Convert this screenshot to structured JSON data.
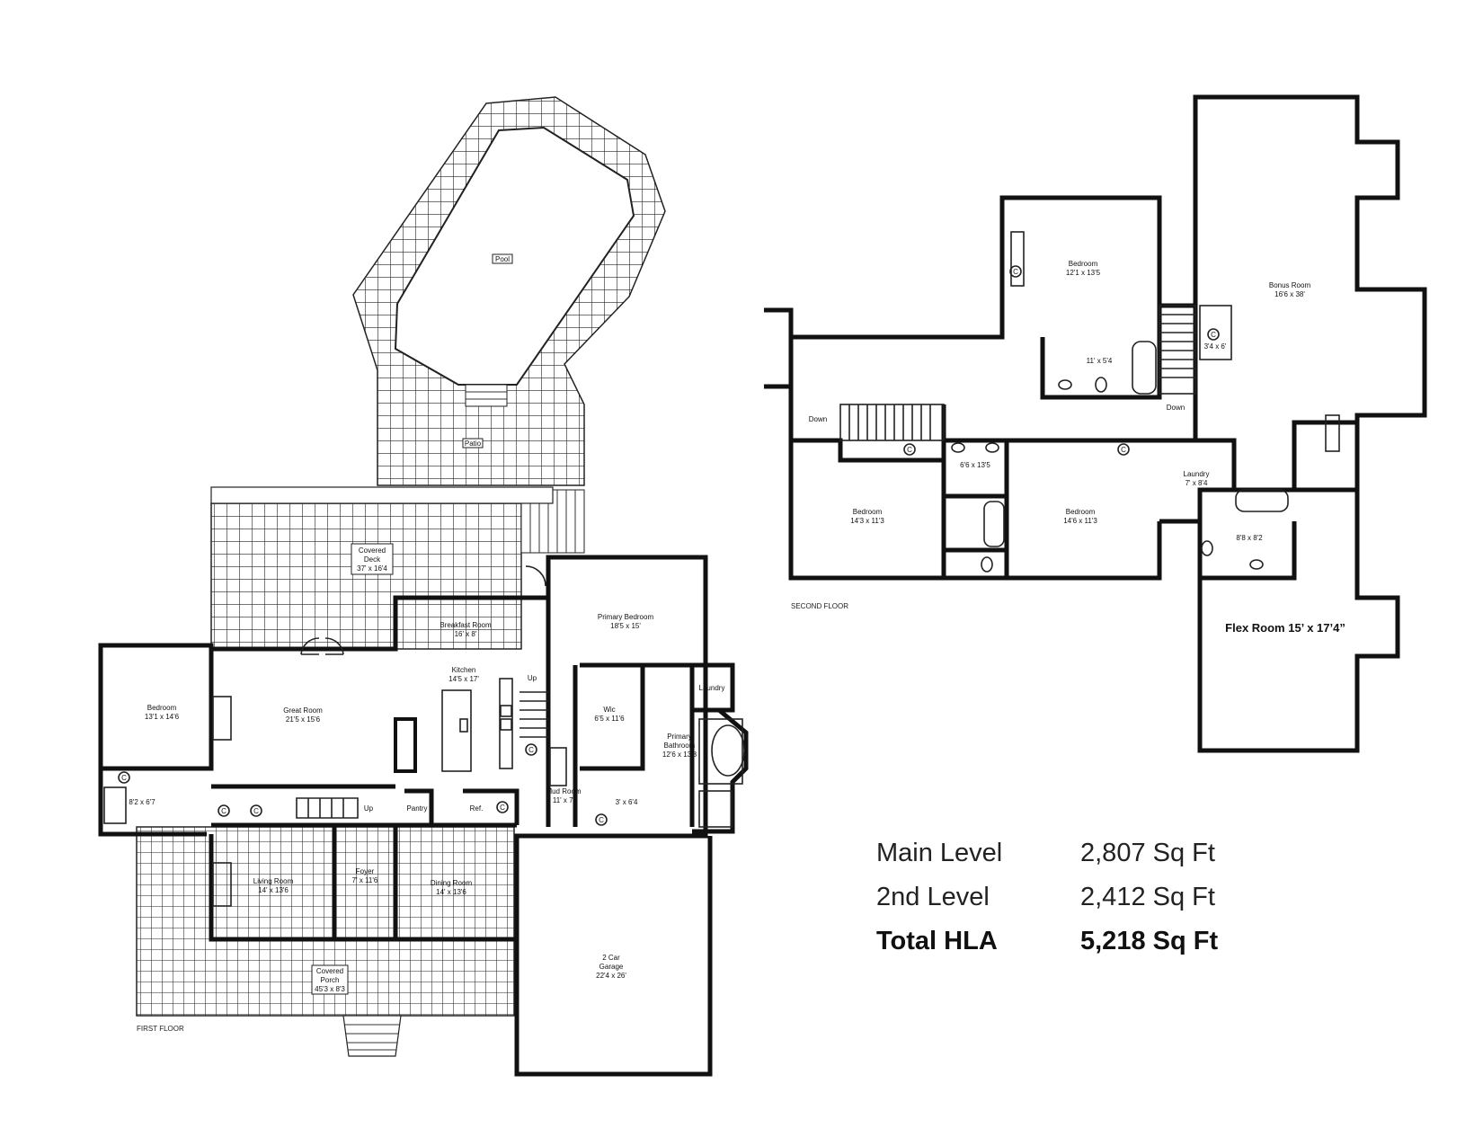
{
  "first_floor": {
    "floor_label": "FIRST FLOOR",
    "rooms": {
      "pool": "Pool",
      "patio": "Patio",
      "covered_deck": [
        "Covered",
        "Deck",
        "37' x 16'4"
      ],
      "breakfast_room": [
        "Breakfast Room",
        "16' x 8'"
      ],
      "primary_bedroom": [
        "Primary Bedroom",
        "18'5 x 15'"
      ],
      "bedroom": [
        "Bedroom",
        "13'1 x 14'6"
      ],
      "great_room": [
        "Great Room",
        "21'5 x 15'6"
      ],
      "kitchen": [
        "Kitchen",
        "14'5 x 17'"
      ],
      "wic": [
        "Wic",
        "6'5 x 11'6"
      ],
      "primary_bathroom": [
        "Primary",
        "Bathroom",
        "12'6 x 13'8"
      ],
      "laundry": "Laundry",
      "up_stair": "Up",
      "up_foyer": "Up",
      "bath": "8'2 x 6'7",
      "pantry": "Pantry",
      "ref": "Ref.",
      "mud_room": [
        "Mud Room",
        "11' x 7'"
      ],
      "half_bath": "3' x 6'4",
      "living_room": [
        "Living Room",
        "14' x 13'6"
      ],
      "foyer": [
        "Foyer",
        "7' x 11'6"
      ],
      "dining_room": [
        "Dining Room",
        "14' x 13'6"
      ],
      "garage": [
        "2 Car",
        "Garage",
        "22'4 x 26'"
      ],
      "covered_porch": [
        "Covered",
        "Porch",
        "45'3 x 8'3"
      ]
    },
    "closet_symbol": "C"
  },
  "second_floor": {
    "floor_label": "SECOND FLOOR",
    "rooms": {
      "bedroom_top": [
        "Bedroom",
        "12'1 x 13'5"
      ],
      "bath_top": "11' x 5'4",
      "bonus_room": [
        "Bonus Room",
        "16'6 x 38'"
      ],
      "closet_small": "3'4 x 6'",
      "down_left": "Down",
      "down_right": "Down",
      "bath_mid": "6'6 x 13'5",
      "laundry": [
        "Laundry",
        "7' x 8'4"
      ],
      "bedroom_left": [
        "Bedroom",
        "14'3 x 11'3"
      ],
      "bedroom_mid": [
        "Bedroom",
        "14'6 x 11'3"
      ],
      "bath_right": "8'8 x 8'2",
      "flex_room": "Flex Room 15’ x  17’4”"
    },
    "closet_symbol": "C"
  },
  "summary": [
    {
      "label": "Main Level",
      "value": "2,807 Sq Ft",
      "bold": false
    },
    {
      "label": "2nd Level",
      "value": "2,412 Sq Ft",
      "bold": false
    },
    {
      "label": "Total HLA",
      "value": "5,218 Sq Ft",
      "bold": true
    }
  ]
}
